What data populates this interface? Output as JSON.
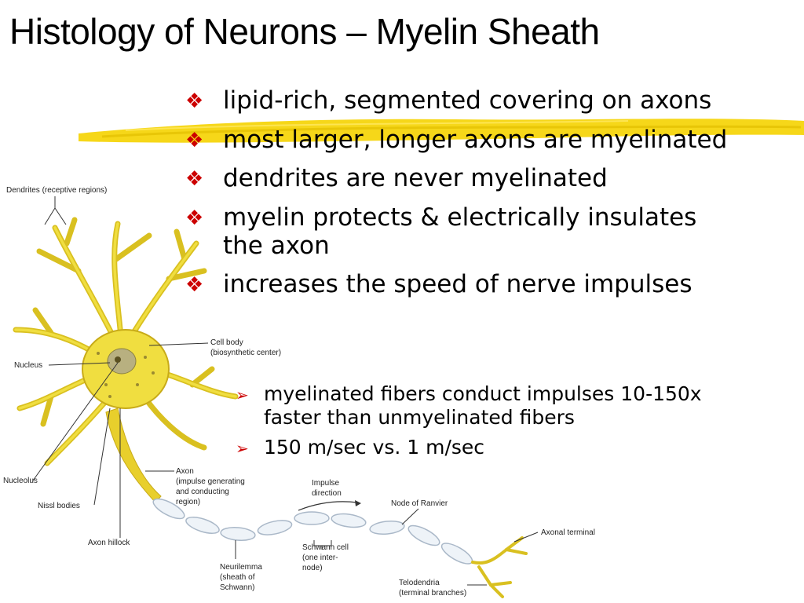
{
  "slide": {
    "title": "Histology of Neurons – Myelin Sheath",
    "bullets": [
      "lipid-rich, segmented covering on axons",
      "most larger, longer axons are myelinated",
      "dendrites are never myelinated",
      "myelin protects & electrically insulates",
      "the axon",
      "increases the speed of nerve impulses"
    ],
    "sub_bullets": [
      "myelinated fibers conduct impulses 10-150x",
      "faster   than unmyelinated fibers",
      "150 m/sec vs. 1 m/sec"
    ],
    "bullet_glyph": "❖",
    "sub_bullet_glyph": "➢",
    "colors": {
      "bullet": "#cc0000",
      "highlight_brush": "#f5d300",
      "neuron_fill": "#f0de40"
    }
  },
  "diagram": {
    "labels": {
      "dendrites": "Dendrites (receptive regions)",
      "cell_body_1": "Cell body",
      "cell_body_2": "(biosynthetic center)",
      "nucleus": "Nucleus",
      "nucleolus": "Nucleolus",
      "nissl_bodies": "Nissl bodies",
      "axon_hillock": "Axon hillock",
      "axon_1": "Axon",
      "axon_2": "(impulse generating",
      "axon_3": "and conducting",
      "axon_4": "region)",
      "impulse_1": "Impulse",
      "impulse_2": "direction",
      "node_ranvier": "Node of Ranvier",
      "axonal_terminal": "Axonal terminal",
      "schwann_1": "Schwann cell",
      "schwann_2": "(one inter-",
      "schwann_3": "node)",
      "neurilemma_1": "Neurilemma",
      "neurilemma_2": "(sheath of",
      "neurilemma_3": "Schwann)",
      "telodendria_1": "Telodendria",
      "telodendria_2": "(terminal branches)"
    }
  }
}
